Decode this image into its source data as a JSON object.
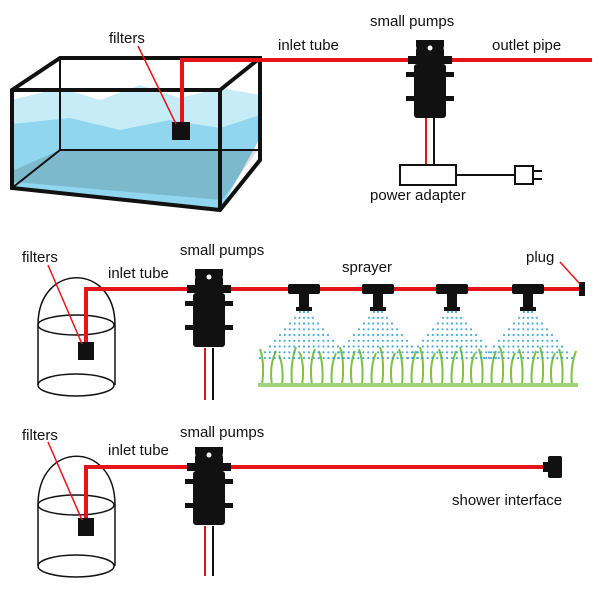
{
  "colors": {
    "tube": "#e5141b",
    "pump": "#111111",
    "water": "#8fd6ee",
    "water_light": "#c6ecf8",
    "grass": "#7cc242",
    "mist": "#2a9fd0"
  },
  "diagram1": {
    "filters": "filters",
    "inlet_tube": "inlet tube",
    "small_pumps": "small pumps",
    "outlet_pipe": "outlet pipe",
    "power_adapter": "power adapter"
  },
  "diagram2": {
    "filters": "filters",
    "inlet_tube": "inlet tube",
    "small_pumps": "small pumps",
    "sprayer": "sprayer",
    "plug": "plug"
  },
  "diagram3": {
    "filters": "filters",
    "inlet_tube": "inlet tube",
    "small_pumps": "small pumps",
    "shower_interface": "shower interface"
  }
}
